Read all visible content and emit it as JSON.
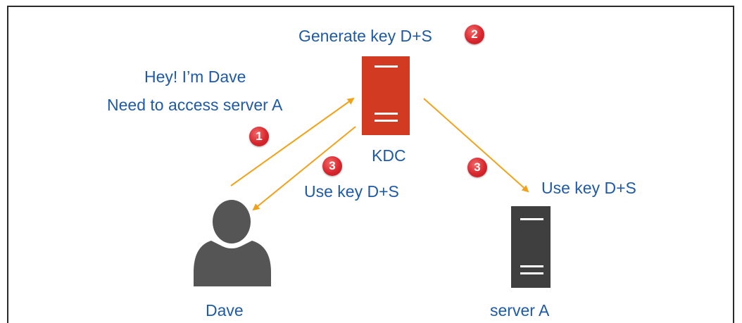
{
  "labels": {
    "generate": "Generate key D+S",
    "hey": "Hey! I’m Dave",
    "need": "Need to access server A",
    "kdc": "KDC",
    "use_key_dave": "Use key D+S",
    "use_key_server": "Use key D+S",
    "dave": "Dave",
    "server": "server A"
  },
  "badges": {
    "b1": "1",
    "b2": "2",
    "b3_left": "3",
    "b3_right": "3"
  },
  "colors": {
    "text": "#1f5aa6",
    "kdc": "#d23b22",
    "server": "#3f3f3f",
    "person": "#555555",
    "arrow": "#f0a31a",
    "badge": "#d8262d"
  },
  "icons": {
    "kdc": "server-icon",
    "server_a": "server-icon",
    "dave": "person-icon"
  }
}
